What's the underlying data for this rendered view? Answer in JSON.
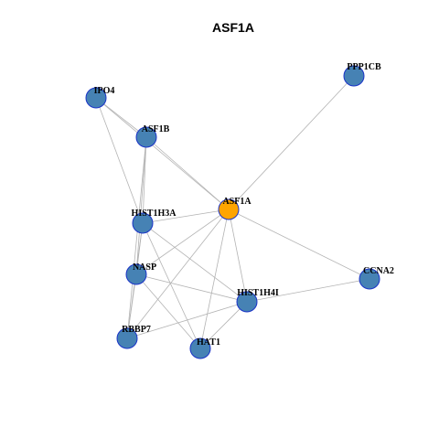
{
  "title": "ASF1A",
  "colors": {
    "default_node": "#4682b4",
    "highlight_node": "#ffa500",
    "node_border": "#1a33c8",
    "edge": "#b3b3b3"
  },
  "nodes": [
    {
      "id": "ASF1A",
      "label": "ASF1A",
      "highlight": true
    },
    {
      "id": "PPP1CB",
      "label": "PPP1CB",
      "highlight": false
    },
    {
      "id": "IPO4",
      "label": "IPO4",
      "highlight": false
    },
    {
      "id": "ASF1B",
      "label": "ASF1B",
      "highlight": false
    },
    {
      "id": "HIST1H3A",
      "label": "HIST1H3A",
      "highlight": false
    },
    {
      "id": "NASP",
      "label": "NASP",
      "highlight": false
    },
    {
      "id": "HIST1H4I",
      "label": "HIST1H4I",
      "highlight": false
    },
    {
      "id": "CCNA2",
      "label": "CCNA2",
      "highlight": false
    },
    {
      "id": "RBBP7",
      "label": "RBBP7",
      "highlight": false
    },
    {
      "id": "HAT1",
      "label": "HAT1",
      "highlight": false
    }
  ],
  "edges": [
    [
      "ASF1A",
      "PPP1CB"
    ],
    [
      "ASF1A",
      "IPO4"
    ],
    [
      "ASF1A",
      "ASF1B"
    ],
    [
      "ASF1A",
      "HIST1H3A"
    ],
    [
      "ASF1A",
      "NASP"
    ],
    [
      "ASF1A",
      "HIST1H4I"
    ],
    [
      "ASF1A",
      "CCNA2"
    ],
    [
      "ASF1A",
      "RBBP7"
    ],
    [
      "ASF1A",
      "HAT1"
    ],
    [
      "IPO4",
      "ASF1B"
    ],
    [
      "IPO4",
      "HIST1H3A"
    ],
    [
      "ASF1B",
      "HIST1H3A"
    ],
    [
      "ASF1B",
      "NASP"
    ],
    [
      "ASF1B",
      "RBBP7"
    ],
    [
      "HIST1H3A",
      "NASP"
    ],
    [
      "HIST1H3A",
      "HIST1H4I"
    ],
    [
      "HIST1H3A",
      "RBBP7"
    ],
    [
      "HIST1H3A",
      "HAT1"
    ],
    [
      "NASP",
      "HIST1H4I"
    ],
    [
      "NASP",
      "RBBP7"
    ],
    [
      "NASP",
      "HAT1"
    ],
    [
      "HIST1H4I",
      "CCNA2"
    ],
    [
      "HIST1H4I",
      "RBBP7"
    ],
    [
      "HIST1H4I",
      "HAT1"
    ]
  ]
}
